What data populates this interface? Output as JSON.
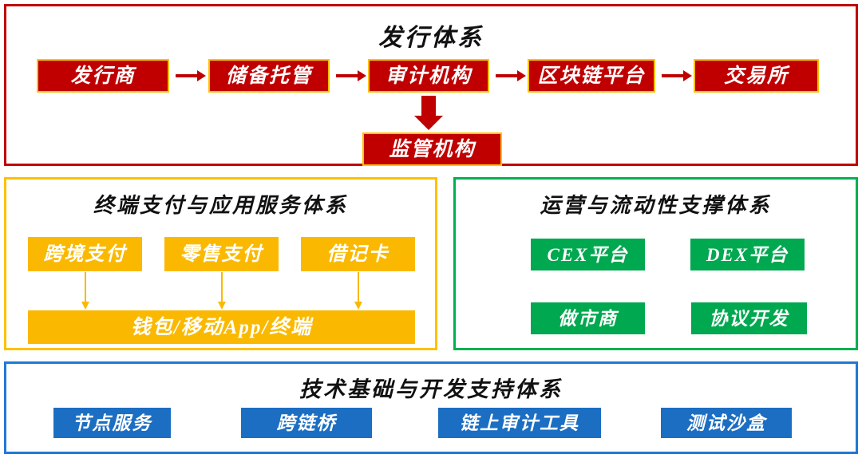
{
  "diagram": {
    "panels": [
      {
        "id": "issuance",
        "title": "发行体系",
        "accent": "#C00000",
        "flow_nodes": [
          {
            "label": "发行商"
          },
          {
            "label": "储备托管"
          },
          {
            "label": "审计机构"
          },
          {
            "label": "区块链平台"
          },
          {
            "label": "交易所"
          }
        ],
        "branch_node": {
          "label": "监管机构"
        },
        "connectors": {
          "horizontal_count": 4,
          "vertical_count": 1,
          "vertical_from": "审计机构",
          "vertical_to": "监管机构"
        }
      },
      {
        "id": "payment",
        "title": "终端支付与应用服务体系",
        "accent": "#FFC000",
        "top_nodes": [
          {
            "label": "跨境支付"
          },
          {
            "label": "零售支付"
          },
          {
            "label": "借记卡"
          }
        ],
        "aggregate_node": {
          "label": "钱包/移动App/终端"
        },
        "connectors": {
          "vertical_count": 3
        }
      },
      {
        "id": "liquidity",
        "title": "运营与流动性支撑体系",
        "accent": "#00B050",
        "nodes": [
          {
            "label": "CEX平台"
          },
          {
            "label": "DEX平台"
          },
          {
            "label": "做市商"
          },
          {
            "label": "协议开发"
          }
        ]
      },
      {
        "id": "tech",
        "title": "技术基础与开发支持体系",
        "accent": "#1F7AD4",
        "nodes": [
          {
            "label": "节点服务"
          },
          {
            "label": "跨链桥"
          },
          {
            "label": "链上审计工具"
          },
          {
            "label": "测试沙盒"
          }
        ]
      }
    ],
    "colors": {
      "red_fill": "#C00000",
      "red_border": "#FFC000",
      "amber_fill": "#FAB900",
      "amber_border": "#FFC000",
      "green_fill": "#00A84F",
      "green_border": "#00B050",
      "blue_fill": "#1B6EC2",
      "blue_border": "#1F7AD4",
      "title_text": "#111111",
      "node_text": "#FFFFFF",
      "background": "#FFFFFF"
    }
  }
}
